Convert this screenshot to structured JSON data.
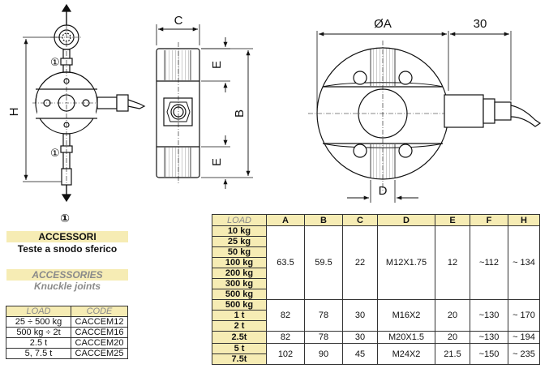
{
  "dimension_labels": {
    "h": "H",
    "c": "C",
    "e_top": "E",
    "e_bottom": "E",
    "b": "B",
    "oa": "ØA",
    "thirty": "30",
    "d": "D",
    "callout_top": "①",
    "callout_bottom": "①"
  },
  "accessories": {
    "callout": "①",
    "title_it": "ACCESSORI",
    "subtitle_it": "Teste a snodo sferico",
    "title_en": "ACCESSORIES",
    "subtitle_en": "Knuckle joints",
    "table": {
      "headers": [
        "LOAD",
        "CODE"
      ],
      "rows": [
        [
          "25 ÷ 500 kg",
          "CACCEM12"
        ],
        [
          "500 kg ÷ 2t",
          "CACCEM16"
        ],
        [
          "2.5 t",
          "CACCEM20"
        ],
        [
          "5, 7.5 t",
          "CACCEM25"
        ]
      ]
    }
  },
  "dimensions_table": {
    "headers": [
      "LOAD",
      "A",
      "B",
      "C",
      "D",
      "E",
      "F",
      "H"
    ],
    "groups": [
      {
        "loads": [
          "10 kg",
          "25 kg",
          "50 kg",
          "100 kg",
          "200 kg",
          "300 kg",
          "500 kg"
        ],
        "values": [
          "63.5",
          "59.5",
          "22",
          "M12X1.75",
          "12",
          "~112",
          "~ 134"
        ]
      },
      {
        "loads": [
          "500 kg",
          "1 t",
          "2 t"
        ],
        "values": [
          "82",
          "78",
          "30",
          "M16X2",
          "20",
          "~130",
          "~ 170"
        ]
      },
      {
        "loads": [
          "2.5t"
        ],
        "values": [
          "82",
          "78",
          "30",
          "M20X1.5",
          "20",
          "~130",
          "~ 194"
        ]
      },
      {
        "loads": [
          "5 t",
          "7.5t"
        ],
        "values": [
          "102",
          "90",
          "45",
          "M24X2",
          "21.5",
          "~150",
          "~ 235"
        ]
      }
    ]
  }
}
